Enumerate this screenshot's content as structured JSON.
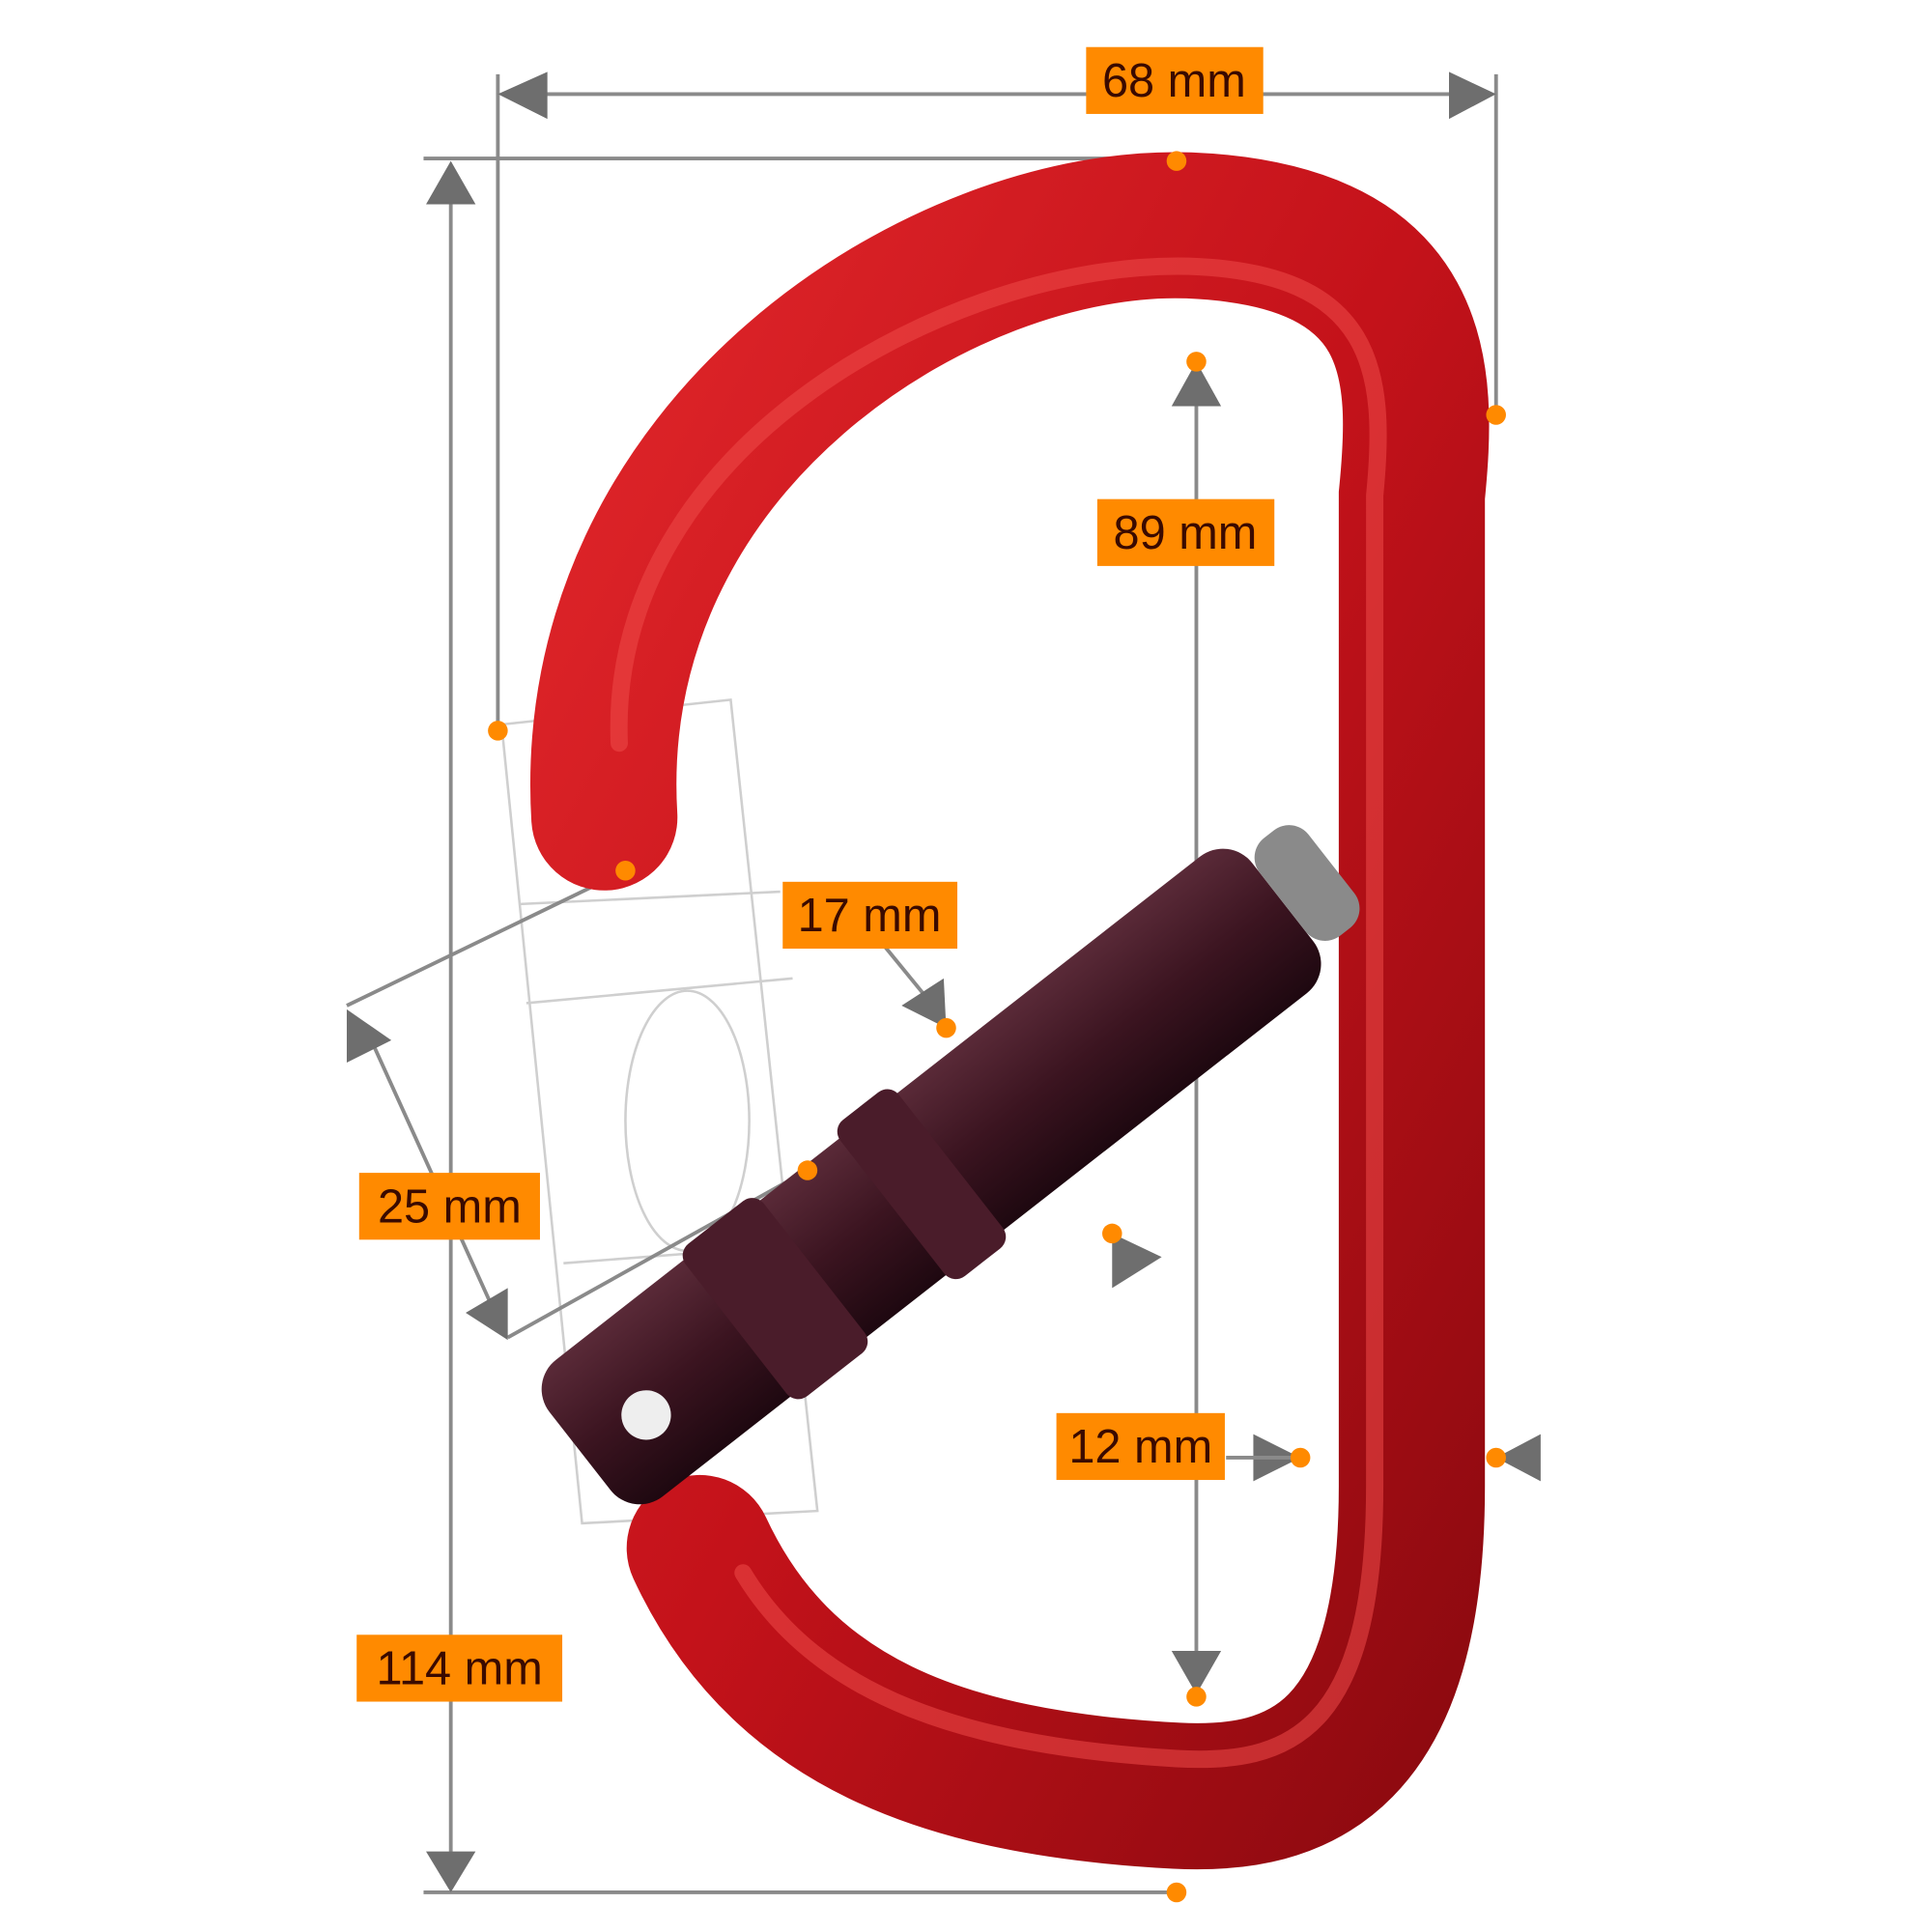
{
  "dimensions": {
    "width": "68 mm",
    "inner_length": "89 mm",
    "gate_opening": "17 mm",
    "gate_diameter": "25 mm",
    "bar_thickness": "12 mm",
    "length": "114 mm"
  },
  "colors": {
    "label_bg": "#ff8a00",
    "label_text": "#3a0a00",
    "body": "#c8141a",
    "gate": "#3b1420",
    "dim_line": "#8a8a8a"
  }
}
